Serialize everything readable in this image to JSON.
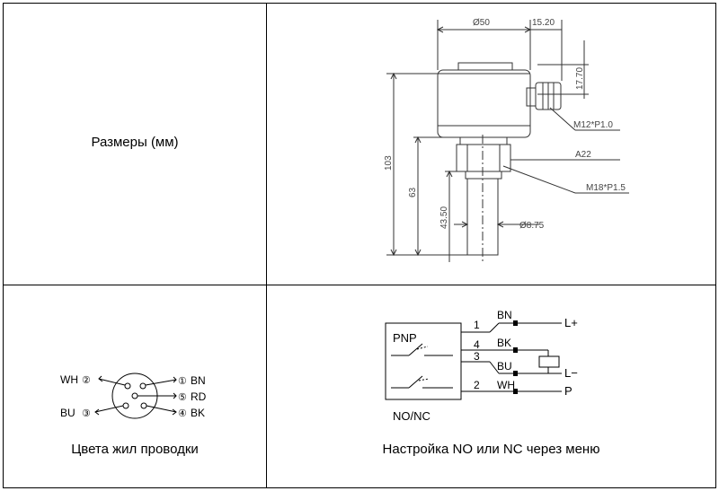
{
  "table": {
    "dimensions_label": "Размеры (мм)",
    "wiring_colors_label": "Цвета жил проводки",
    "no_nc_label": "Настройка NO или NC через меню"
  },
  "dimensions_drawing": {
    "d50": "Ø50",
    "w15": "15.20",
    "h17": "17.70",
    "thread_m12": "M12*P1.0",
    "across_flats": "A22",
    "thread_m18": "M18*P1.5",
    "h103": "103",
    "h63": "63",
    "h43": "43.50",
    "d8": "Ø8.75"
  },
  "connector_pinout": {
    "pins": [
      {
        "num": "②",
        "code": "WH"
      },
      {
        "num": "③",
        "code": "BU"
      },
      {
        "num": "①",
        "code": "BN"
      },
      {
        "num": "⑤",
        "code": "RD"
      },
      {
        "num": "④",
        "code": "BK"
      }
    ]
  },
  "schematic": {
    "box_label": "PNP",
    "mode_label": "NO/NC",
    "wires": [
      {
        "pin": "1",
        "color": "BN",
        "terminal": "L+"
      },
      {
        "pin": "4",
        "color": "BK",
        "terminal": ""
      },
      {
        "pin": "3",
        "color": "BU",
        "terminal": "L−"
      },
      {
        "pin": "2",
        "color": "WH",
        "terminal": "P"
      }
    ]
  }
}
